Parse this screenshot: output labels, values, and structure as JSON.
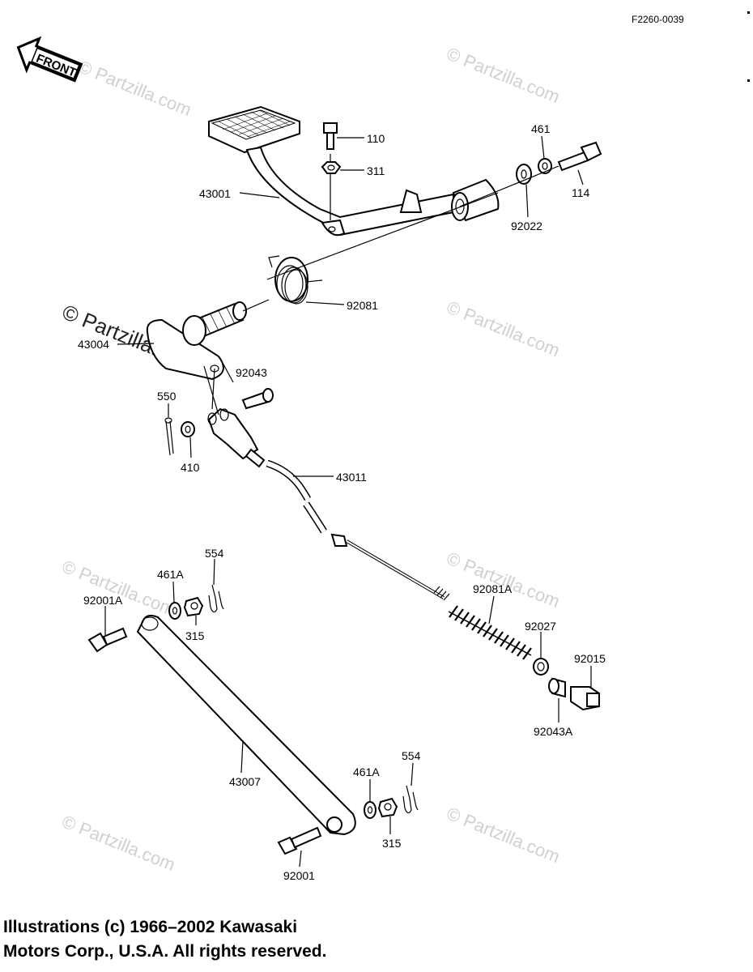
{
  "diagram_code": "F2260-0039",
  "front_label": "FRONT",
  "watermarks": {
    "site": "© Partzilla.com",
    "overlay": "© Partzilla.com"
  },
  "parts": {
    "p110": "110",
    "p311": "311",
    "p461": "461",
    "p114": "114",
    "p43001": "43001",
    "p92022": "92022",
    "p92081": "92081",
    "p43004": "43004",
    "p92043": "92043",
    "p550": "550",
    "p410": "410",
    "p43011": "43011",
    "p554a": "554",
    "p461Aa": "461A",
    "p92001A": "92001A",
    "p315a": "315",
    "p92081A": "92081A",
    "p92027": "92027",
    "p92015": "92015",
    "p92043A": "92043A",
    "p43007": "43007",
    "p461Ab": "461A",
    "p554b": "554",
    "p315b": "315",
    "p92001": "92001"
  },
  "copyright": {
    "line1": "Illustrations (c) 1966–2002 Kawasaki",
    "line2": "Motors Corp., U.S.A.  All rights reserved."
  }
}
